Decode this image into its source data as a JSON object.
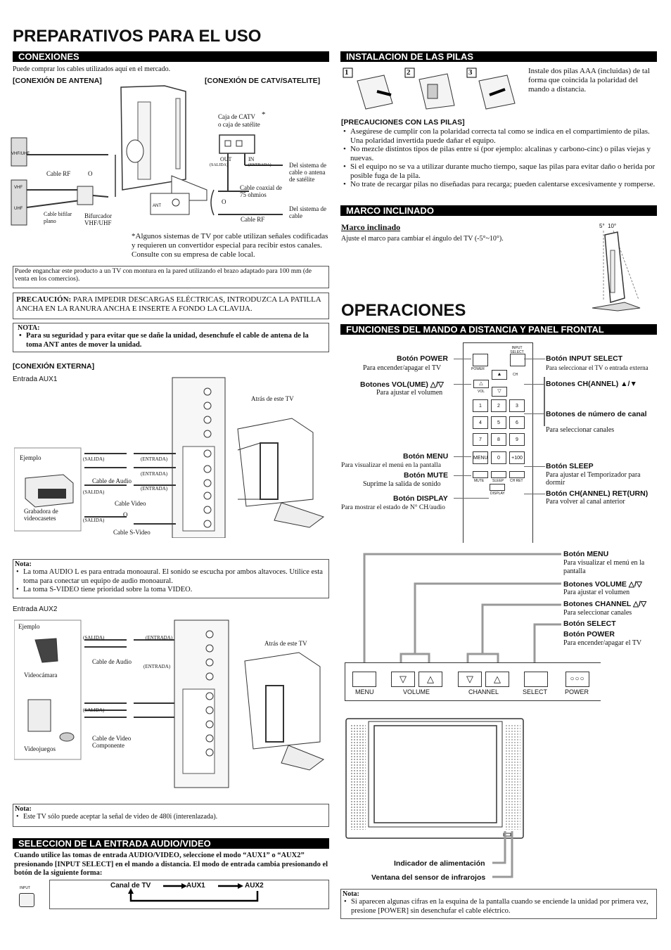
{
  "left": {
    "title": "PREPARATIVOS PARA EL USO",
    "conexiones": {
      "header": "CONEXIONES",
      "intro": "Puede comprar los cables utilizados aquí en el mercado.",
      "antena_label": "[CONEXIÓN DE ANTENA]",
      "catv_label": "[CONEXIÓN DE CATV/SATELITE]",
      "caja_catv": "Caja de CATV",
      "caja_sat": "o caja de satélite",
      "out": "OUT",
      "salida": "(SALIDA)",
      "in": "IN",
      "entrada": "(ENTRADA)",
      "del_sistema_antena": "Del sistema de cable o antena de satélite",
      "cable_coaxial": "Cable coaxial de 75 ohmios",
      "cable_rf1": "Cable RF",
      "cable_rf2": "Cable RF",
      "o1": "O",
      "o2": "O",
      "del_sistema_cable": "Del sistema de cable",
      "cable_bifilar": "Cable bifilar plano",
      "bifurcador": "Bifurcador VHF/UHF",
      "vhf_uhf": "VHF/UHF",
      "vhf": "VHF",
      "uhf": "UHF",
      "ant": "ANT",
      "asterisk_note": "*Algunos sistemas de TV por cable utilizan señales codificadas y requieren un convertidor especial para recibir estos canales. Consulte con su empresa de cable local.",
      "wall_note": "Puede enganchar este producto a un TV con montura en la pared utilizando el brazo adaptado para 100 mm (de venta en los comercios).",
      "precaucion_label": "PRECAUCIÓN:",
      "precaucion_text": "PARA IMPEDIR DESCARGAS ELÉCTRICAS, INTRODUZCA LA PATILLA ANCHA EN LA RANURA ANCHA E INSERTE A FONDO LA CLAVIJA.",
      "nota_label": "NOTA:",
      "nota_text": "Para su seguridad y para evitar que se dañe la unidad, desenchufe el cable de antena de la toma ANT antes de mover la unidad."
    },
    "externa": {
      "label": "[CONEXIÓN EXTERNA]",
      "aux1": "Entrada AUX1",
      "ejemplo1": "Ejemplo",
      "grabadora": "Grabadora de videocasetes",
      "salida": "(SALIDA)",
      "entrada": "(ENTRADA)",
      "cable_audio": "Cable de Audio",
      "cable_video": "Cable Video",
      "o": "O",
      "cable_svideo": "Cable S-Video",
      "atras1": "Atrás de este TV",
      "nota1_label": "Nota:",
      "nota1_items": [
        "La toma AUDIO L es para entrada monoaural. El sonido se escucha por ambos altavoces. Utilice esta toma para conectar un equipo de audio monoaural.",
        "La toma S-VIDEO tiene prioridad sobre la toma VIDEO."
      ],
      "aux2": "Entrada AUX2",
      "ejemplo2": "Ejemplo",
      "videocamara": "Videocámara",
      "videojuegos": "Videojuegos",
      "cable_audio2": "Cable de Audio",
      "cable_comp": "Cable de Video Componente",
      "atras2": "Atrás de este TV",
      "nota2_label": "Nota:",
      "nota2_item": "Este TV sólo puede aceptar la señal de video de 480i (interenlazada)."
    },
    "seleccion": {
      "header": "SELECCION DE LA ENTRADA AUDIO/VIDEO",
      "text": "Cuando utilice las tomas de entrada AUDIO/VIDEO, seleccione el modo “AUX1” o “AUX2” presionando [INPUT SELECT] en el mando a distancia. El modo de entrada cambia presionando el botón de la siguiente forma:",
      "input_select": "INPUT SELECT",
      "canal": "Canal de TV",
      "aux1": "AUX1",
      "aux2": "AUX2"
    }
  },
  "right": {
    "pilas": {
      "header": "INSTALACION DE LAS PILAS",
      "steps": [
        "1",
        "2",
        "3"
      ],
      "text": "Instale dos pilas AAA (incluidas) de tal forma que coincida la polaridad del mando a distancia.",
      "prec_label": "[PRECAUCIONES CON LAS PILAS]",
      "prec_items": [
        "Asegúrese de cumplir con la polaridad correcta tal como se indica en el compartimiento de pilas. Una polaridad invertida puede dañar el equipo.",
        "No mezcle distintos tipos de pilas entre sí (por ejemplo: alcalinas y carbono-cinc) o pilas viejas y nuevas.",
        "Si el equipo no se va a utilizar durante mucho tiempo, saque las pilas para evitar daño o herida por posible fuga de la pila.",
        "No trate de recargar pilas no diseñadas para recarga; pueden calentarse excesivamente y romperse."
      ]
    },
    "marco": {
      "header": "MARCO INCLINADO",
      "title": "Marco inclinado",
      "text": "Ajuste el marco para cambiar el ángulo del TV (-5°~10°).",
      "angles": "5°  10°"
    },
    "operaciones": {
      "title": "OPERACIONES",
      "header": "FUNCIONES DEL MANDO A DISTANCIA Y PANEL FRONTAL",
      "remote_left": [
        {
          "name": "Botón POWER",
          "desc": "Para encender/apagar el TV"
        },
        {
          "name": "Botones VOL(UME) △/▽",
          "desc": "Para ajustar el volumen"
        },
        {
          "name": "Botón MENU",
          "desc": "Para visualizar el menú en la pantalla"
        },
        {
          "name": "Botón MUTE",
          "desc": "Suprime la salida de sonido"
        },
        {
          "name": "Botón DISPLAY",
          "desc": "Para mostrar el estado de N° CH/audio"
        }
      ],
      "remote_right": [
        {
          "name": "Botón INPUT SELECT",
          "desc": "Para seleccionar el TV o entrada externa"
        },
        {
          "name": "Botones CH(ANNEL) ▲/▼",
          "desc": ""
        },
        {
          "name": "Botones de número de canal",
          "desc": "Para seleccionar canales"
        },
        {
          "name": "Botón SLEEP",
          "desc": "Para ajustar el Temporizador para dormir"
        },
        {
          "name": "Botón CH(ANNEL) RET(URN)",
          "desc": "Para volver al canal anterior"
        }
      ],
      "remote_keys": {
        "power": "POWER",
        "input": "INPUT SELECT",
        "ch": "CH",
        "vol": "VOL",
        "nums": [
          "1",
          "2",
          "3",
          "4",
          "5",
          "6",
          "7",
          "8",
          "9"
        ],
        "menu": "MENU",
        "zero": "0",
        "plus100": "+100",
        "mute": "MUTE",
        "sleep": "SLEEP",
        "chret": "CH RET",
        "display": "DISPLAY"
      },
      "panel": [
        {
          "name": "Botón MENU",
          "desc": "Para visualizar el menú en la pantalla"
        },
        {
          "name": "Botones VOLUME △/▽",
          "desc": "Para ajustar el volumen"
        },
        {
          "name": "Botones CHANNEL △/▽",
          "desc": "Para seleccionar canales"
        },
        {
          "name": "Botón SELECT",
          "desc": ""
        },
        {
          "name": "Botón POWER",
          "desc": "Para encender/apagar el TV"
        }
      ],
      "panel_labels": {
        "menu": "MENU",
        "volume": "VOLUME",
        "channel": "CHANNEL",
        "select": "SELECT",
        "power": "POWER"
      },
      "indicador": "Indicador de alimentación",
      "ventana": "Ventana del sensor de infrarojos",
      "nota_label": "Nota:",
      "nota_text": "Si aparecen algunas cifras en la esquina de la pantalla cuando se enciende la unidad por primera vez, presione [POWER] sin desenchufar el cable eléctrico."
    }
  }
}
